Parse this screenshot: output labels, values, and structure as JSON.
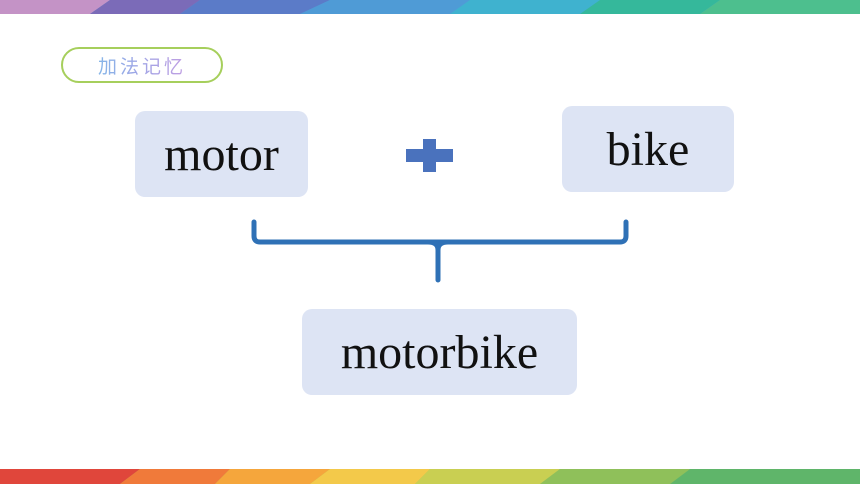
{
  "tag": {
    "label": "加法记忆"
  },
  "words": {
    "first": "motor",
    "second": "bike",
    "result": "motorbike"
  },
  "colors": {
    "box_fill": "#dde4f4",
    "plus": "#4a72bd",
    "brace": "#2f71b6",
    "tag_border": "#a6cf5c"
  }
}
